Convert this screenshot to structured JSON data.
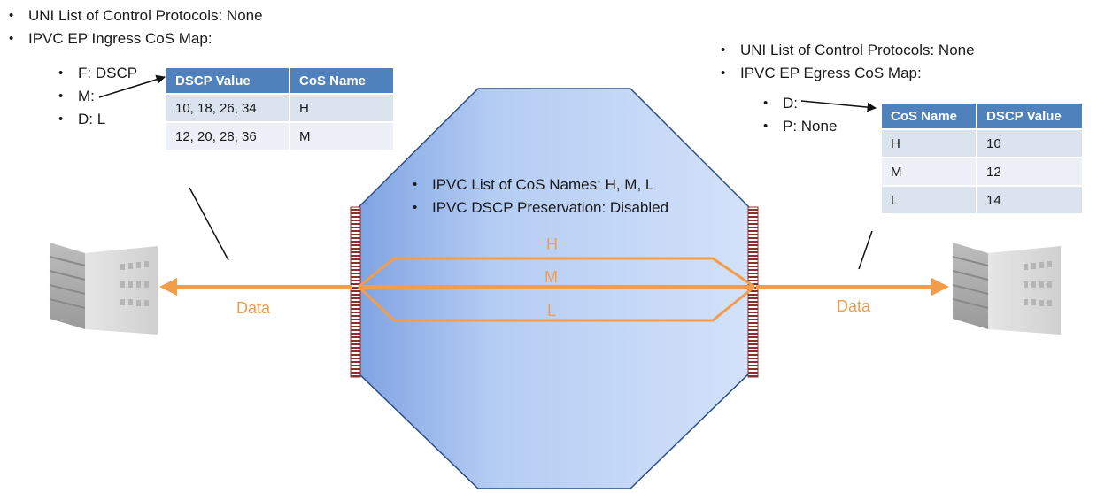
{
  "left": {
    "bullets": [
      "UNI List of Control Protocols: None",
      "IPVC EP Ingress CoS Map:"
    ],
    "subbullets": [
      "F: DSCP",
      "M:",
      "D: L"
    ],
    "table": {
      "headers": [
        "DSCP Value",
        "CoS Name"
      ],
      "rows": [
        [
          "10, 18, 26, 34",
          "H"
        ],
        [
          "12, 20, 28, 36",
          "M"
        ]
      ]
    }
  },
  "right": {
    "bullets": [
      "UNI List of Control Protocols: None",
      "IPVC EP Egress CoS Map:"
    ],
    "subbullets": [
      "D:",
      "P: None"
    ],
    "table": {
      "headers": [
        "CoS Name",
        "DSCP Value"
      ],
      "rows": [
        [
          "H",
          "10"
        ],
        [
          "M",
          "12"
        ],
        [
          "L",
          "14"
        ]
      ]
    }
  },
  "center": {
    "bullets": [
      "IPVC List of CoS Names: H, M, L",
      "IPVC DSCP Preservation: Disabled"
    ],
    "paths": [
      "H",
      "M",
      "L"
    ]
  },
  "flow": {
    "left_label": "Data",
    "right_label": "Data"
  },
  "colors": {
    "flow_orange": "#f39c4a",
    "table_header": "#4f81bd",
    "network_blue": "#c5d8f7",
    "uni_red": "#8b2e2e"
  },
  "icons": {
    "left_site": "office-building-icon",
    "right_site": "office-building-icon"
  }
}
